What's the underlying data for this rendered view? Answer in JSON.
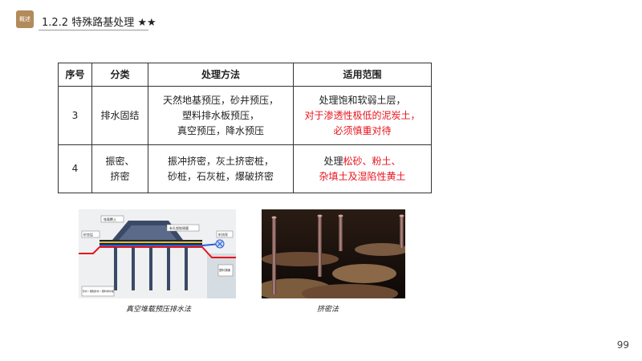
{
  "header": {
    "badge": "概述",
    "title": "1.2.2 特殊路基处理 ★★"
  },
  "table": {
    "headers": [
      "序号",
      "分类",
      "处理方法",
      "适用范围"
    ],
    "rows": [
      {
        "num": "3",
        "category": [
          "排水固结"
        ],
        "method": [
          "天然地基预压，砂井预压，",
          "塑料排水板预压，",
          "真空预压，降水预压"
        ],
        "scope_normal": "处理饱和软弱土层，",
        "scope_red": [
          "对于渗透性极低的泥炭土，",
          "必须慎重对待"
        ]
      },
      {
        "num": "4",
        "category": [
          "振密、",
          "挤密"
        ],
        "method": [
          "振冲挤密，灰土挤密桩，",
          "砂桩，石灰桩，爆破挤密"
        ],
        "scope_prefix": "处理",
        "scope_red_a": "松砂、粉土、",
        "scope_red_b": "杂填土及湿陷性黄土"
      }
    ]
  },
  "figures": {
    "fig1": {
      "caption": "真空堆载预压排水法",
      "labels": [
        "堆载覆土",
        "有孔塑胶隔膜",
        "砂垫层",
        "射流泵",
        "砂井 / 塑胶砂井 / 塑料排水板",
        "塑料薄膜"
      ]
    },
    "fig2": {
      "caption": "挤密法"
    }
  },
  "page_number": "99",
  "colors": {
    "accent": "#b38a5a",
    "red_text": "#e8141c"
  }
}
